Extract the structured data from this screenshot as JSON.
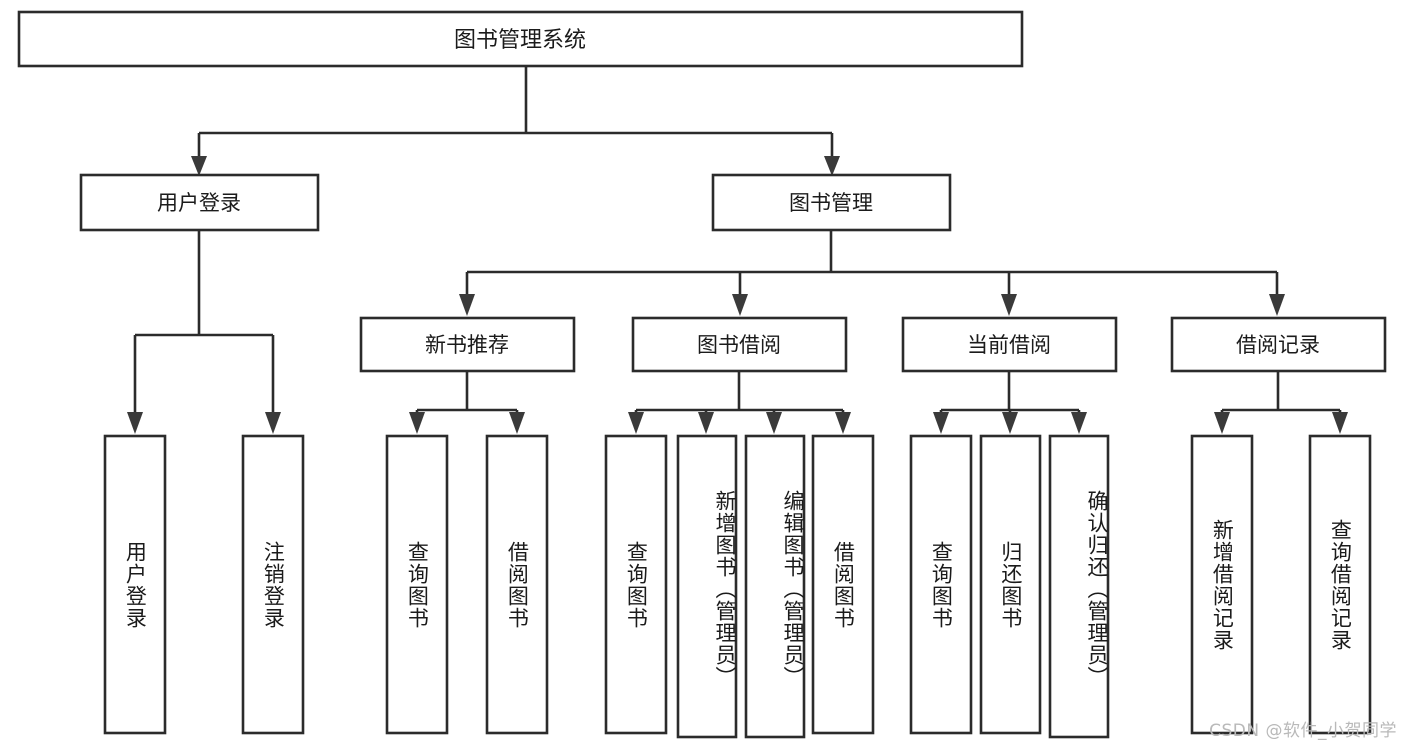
{
  "diagram": {
    "title": "图书管理系统",
    "type": "tree",
    "watermark": "CSDN @软件_小贺同学",
    "levels": {
      "root": {
        "label": "图书管理系统"
      },
      "level2": [
        {
          "label": "用户登录"
        },
        {
          "label": "图书管理"
        }
      ],
      "level3": [
        {
          "label": "新书推荐"
        },
        {
          "label": "图书借阅"
        },
        {
          "label": "当前借阅"
        },
        {
          "label": "借阅记录"
        }
      ],
      "leaves": {
        "user_login": [
          {
            "label": "用户登录"
          },
          {
            "label": "注销登录"
          }
        ],
        "new_book_recommend": [
          {
            "label": "查询图书"
          },
          {
            "label": "借阅图书"
          }
        ],
        "book_borrow": [
          {
            "label": "查询图书"
          },
          {
            "label": "新增图书（管理员）"
          },
          {
            "label": "编辑图书（管理员）"
          },
          {
            "label": "借阅图书"
          }
        ],
        "current_borrow": [
          {
            "label": "查询图书"
          },
          {
            "label": "归还图书"
          },
          {
            "label": "确认归还（管理员）"
          }
        ],
        "borrow_record": [
          {
            "label": "新增借阅记录"
          },
          {
            "label": "查询借阅记录"
          }
        ]
      }
    },
    "colors": {
      "background": "#ffffff",
      "node_fill": "#ffffff",
      "node_stroke": "#2b2b2b",
      "text": "#1b1b1b",
      "watermark": "#b9b9b9"
    }
  }
}
